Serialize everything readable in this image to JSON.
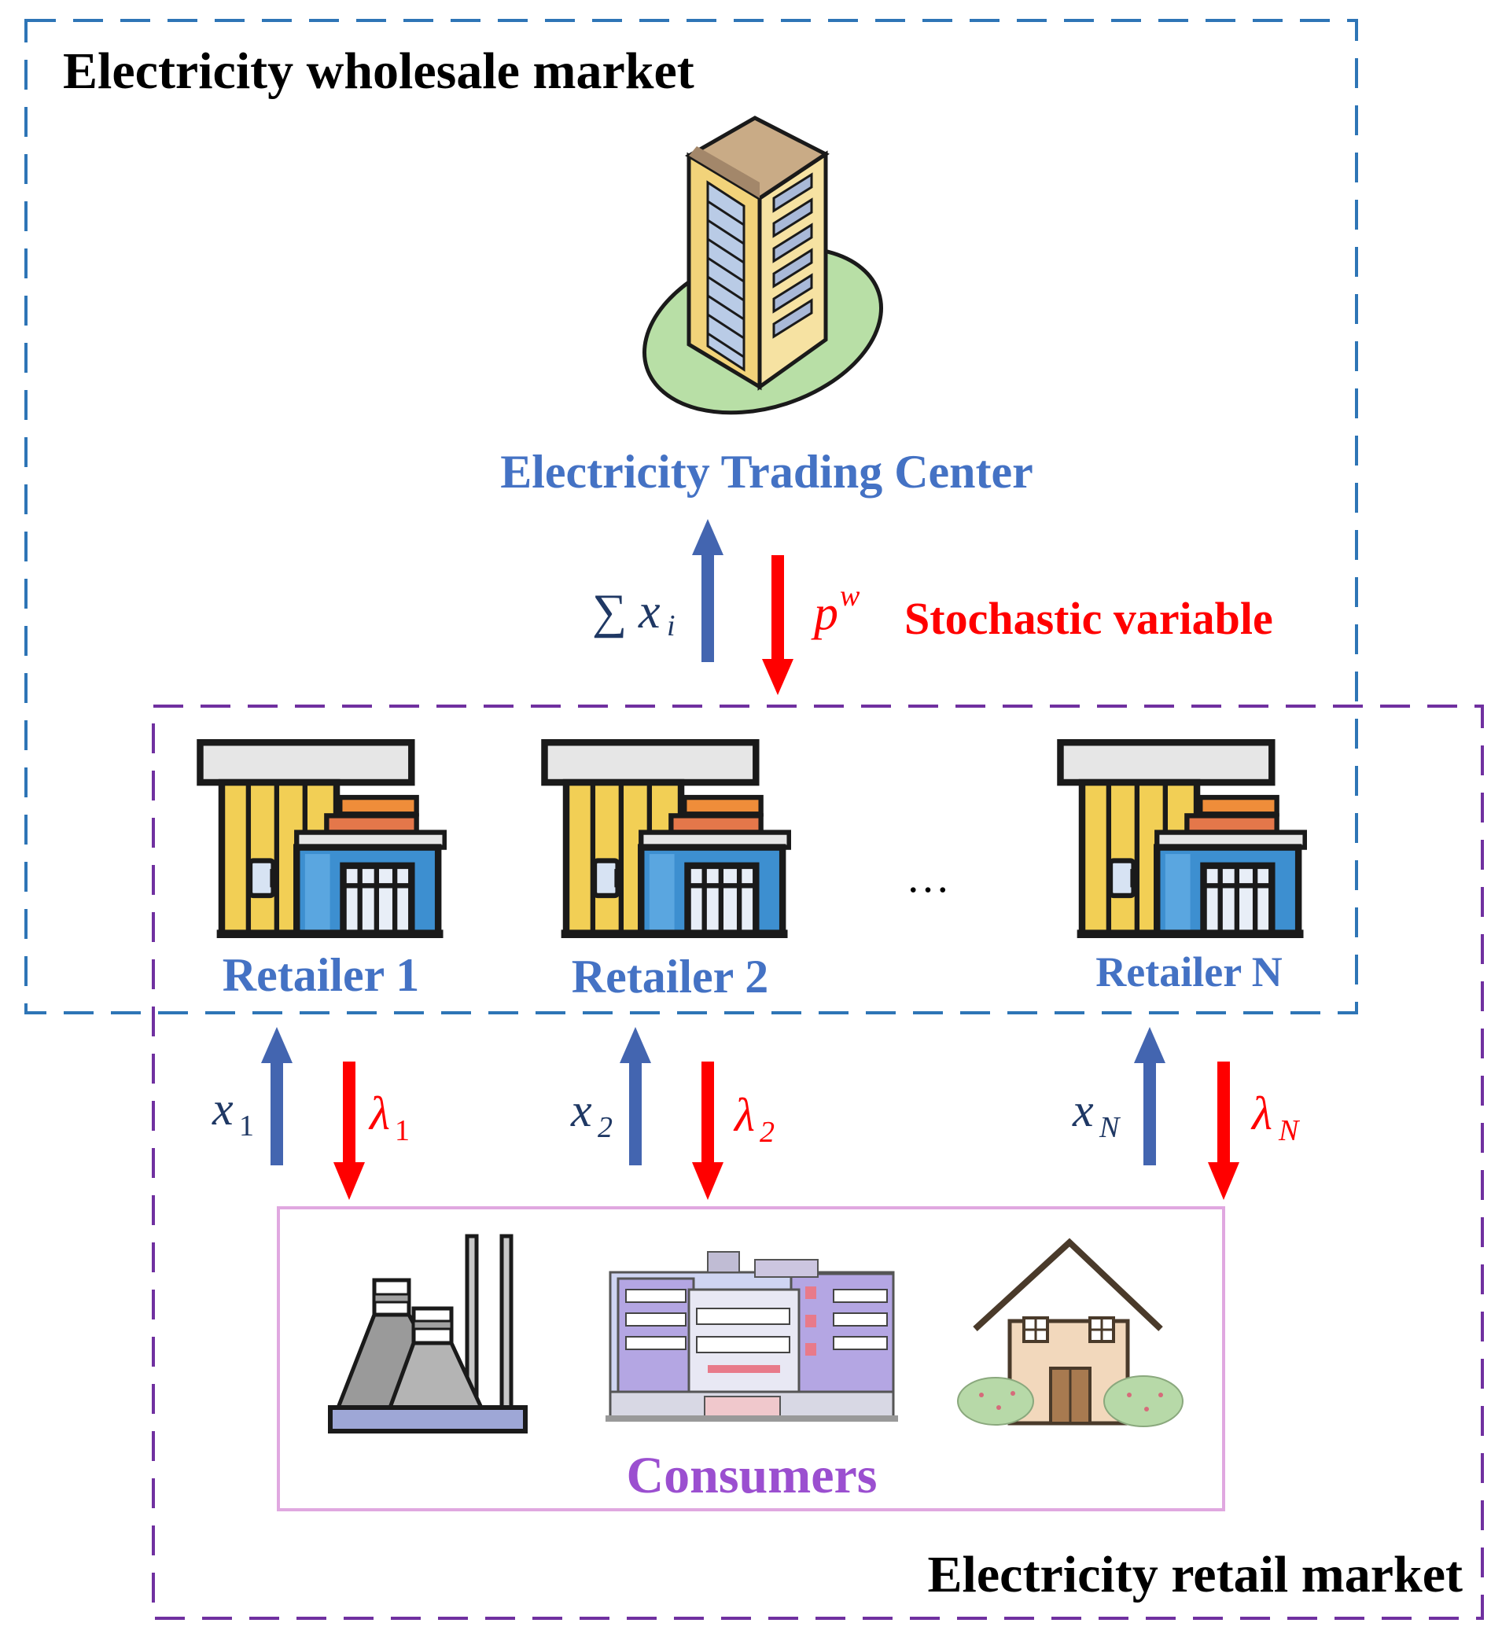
{
  "wholesale_market": {
    "title": "Electricity wholesale market",
    "trading_center_label": "Electricity Trading Center",
    "border_color": "#2e75b6"
  },
  "retail_market": {
    "title": "Electricity retail market",
    "border_color": "#7030a0"
  },
  "flows_top": {
    "up_sum": "∑",
    "up_var": "x",
    "up_sub": "i",
    "down_var": "p",
    "down_sup": "w",
    "stochastic_label": "Stochastic variable"
  },
  "retailers": [
    {
      "label": "Retailer 1",
      "up_var": "x",
      "up_sub": "1",
      "down_var": "λ",
      "down_sub": "1"
    },
    {
      "label": "Retailer 2",
      "up_var": "x",
      "up_sub": "2",
      "down_var": "λ",
      "down_sub": "2"
    },
    {
      "label": "Retailer N",
      "up_var": "x",
      "up_sub": "N",
      "down_var": "λ",
      "down_sub": "N"
    }
  ],
  "ellipsis": "…",
  "consumers": {
    "label": "Consumers",
    "icons": [
      "factory-icon",
      "shopping-mall-icon",
      "house-icon"
    ],
    "border_color": "#e0a8e0"
  },
  "colors": {
    "blue_text": "#4472c4",
    "blue_arrow": "#4365b0",
    "red": "#ff0000",
    "math_blue": "#1f3864",
    "purple_text": "#9b4fd0",
    "black": "#000000"
  }
}
